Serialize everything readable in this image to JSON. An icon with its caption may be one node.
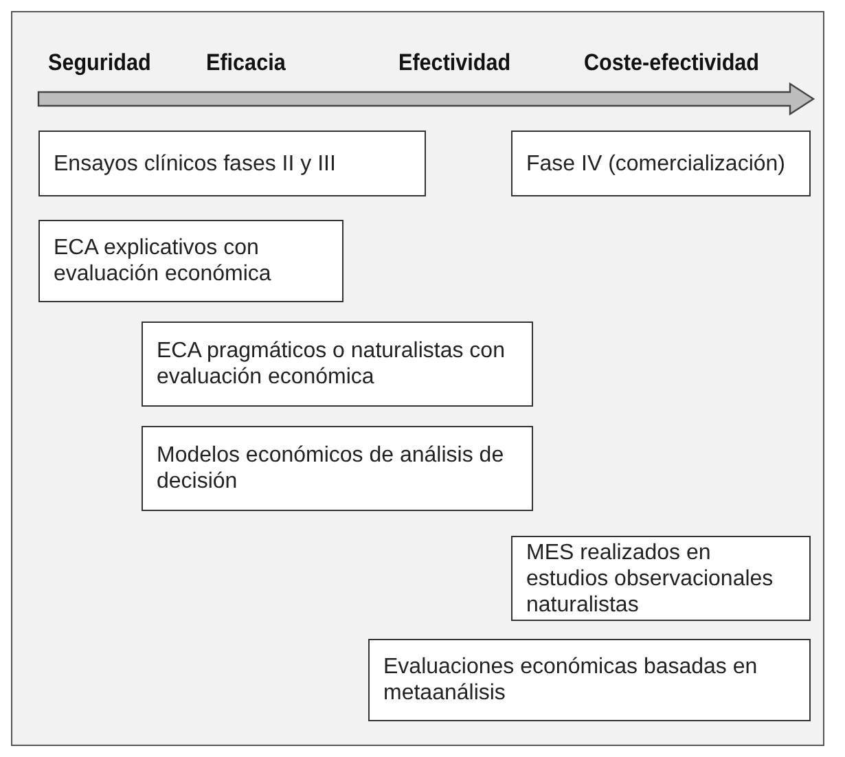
{
  "diagram": {
    "nodes": [
      {
        "text": [
          "Ensayos clínicos fases II y III"
        ]
      },
      {
        "text": [
          "Fase IV (comercialización)"
        ]
      },
      {
        "text": [
          "ECA explicativos con evaluación económica"
        ]
      },
      {
        "text": [
          "ECA pragmáticos o naturalistas con evaluación económica"
        ]
      },
      {
        "text": [
          "Modelos económicos de análisis de decisión"
        ]
      },
      {
        "text": [
          "MES realizados en estudios observacionales naturalistas"
        ]
      },
      {
        "text": [
          "Evaluaciones económicas basadas en metaanálisis"
        ]
      }
    ],
    "labels": [
      "Seguridad",
      "Eficacia",
      "Efectividad",
      "Coste-efectividad"
    ]
  }
}
